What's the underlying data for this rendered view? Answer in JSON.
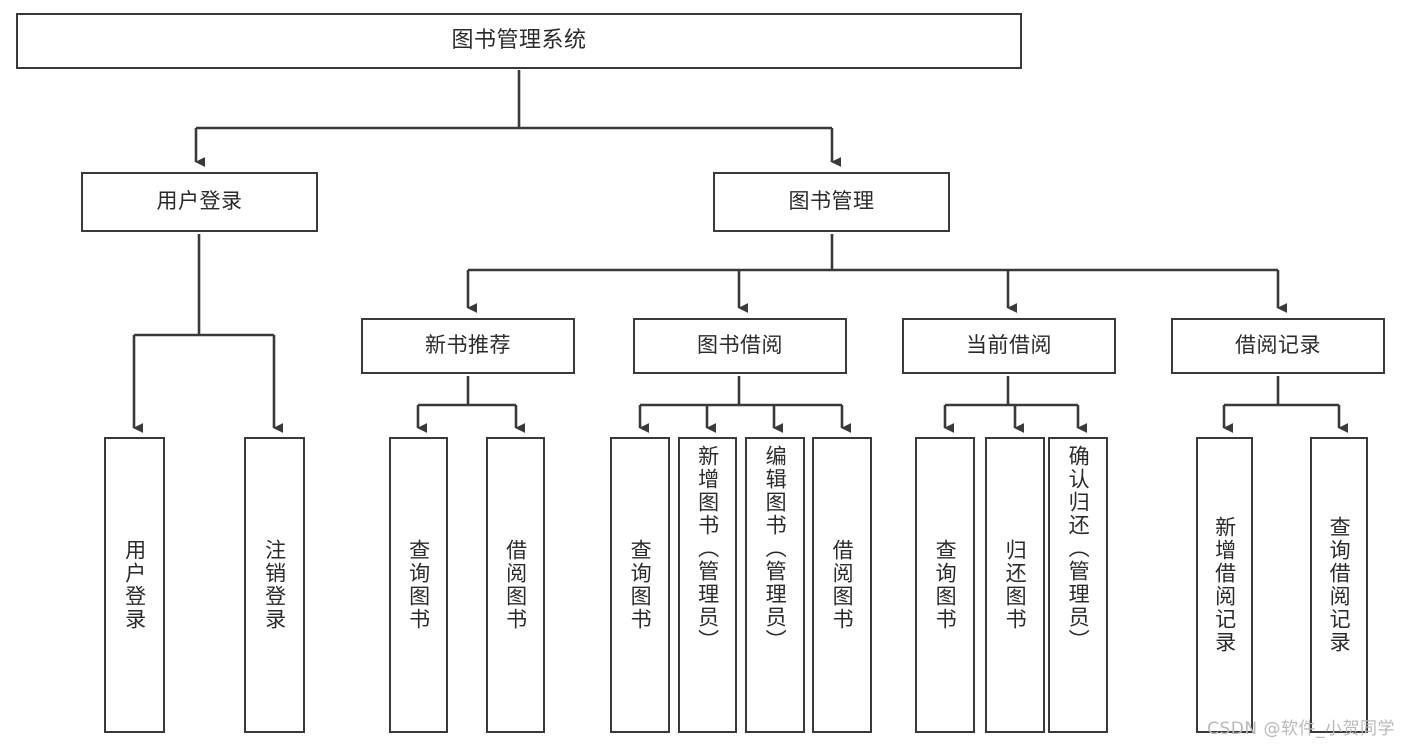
{
  "diagram": {
    "type": "tree",
    "title": "图书管理系统",
    "watermark": "CSDN @软件_小贺同学",
    "colors": {
      "box_border": "#3a3a3a",
      "box_fill": "#ffffff",
      "connector": "#3a3a3a",
      "text": "#2b2b2b",
      "watermark": "#b9b9b9",
      "background": "#ffffff"
    },
    "root": {
      "label": "图书管理系统"
    },
    "level2": [
      {
        "label": "用户登录"
      },
      {
        "label": "图书管理"
      }
    ],
    "level3": [
      {
        "label": "新书推荐"
      },
      {
        "label": "图书借阅"
      },
      {
        "label": "当前借阅"
      },
      {
        "label": "借阅记录"
      }
    ],
    "leaves": {
      "user_login": [
        {
          "label": "用户登录"
        },
        {
          "label": "注销登录"
        }
      ],
      "new_book": [
        {
          "label": "查询图书"
        },
        {
          "label": "借阅图书"
        }
      ],
      "book_borrow": [
        {
          "label": "查询图书"
        },
        {
          "label": "新增图书（管理员）"
        },
        {
          "label": "编辑图书（管理员）"
        },
        {
          "label": "借阅图书"
        }
      ],
      "current_borrow": [
        {
          "label": "查询图书"
        },
        {
          "label": "归还图书"
        },
        {
          "label": "确认归还（管理员）"
        }
      ],
      "borrow_record": [
        {
          "label": "新增借阅记录"
        },
        {
          "label": "查询借阅记录"
        }
      ]
    }
  }
}
